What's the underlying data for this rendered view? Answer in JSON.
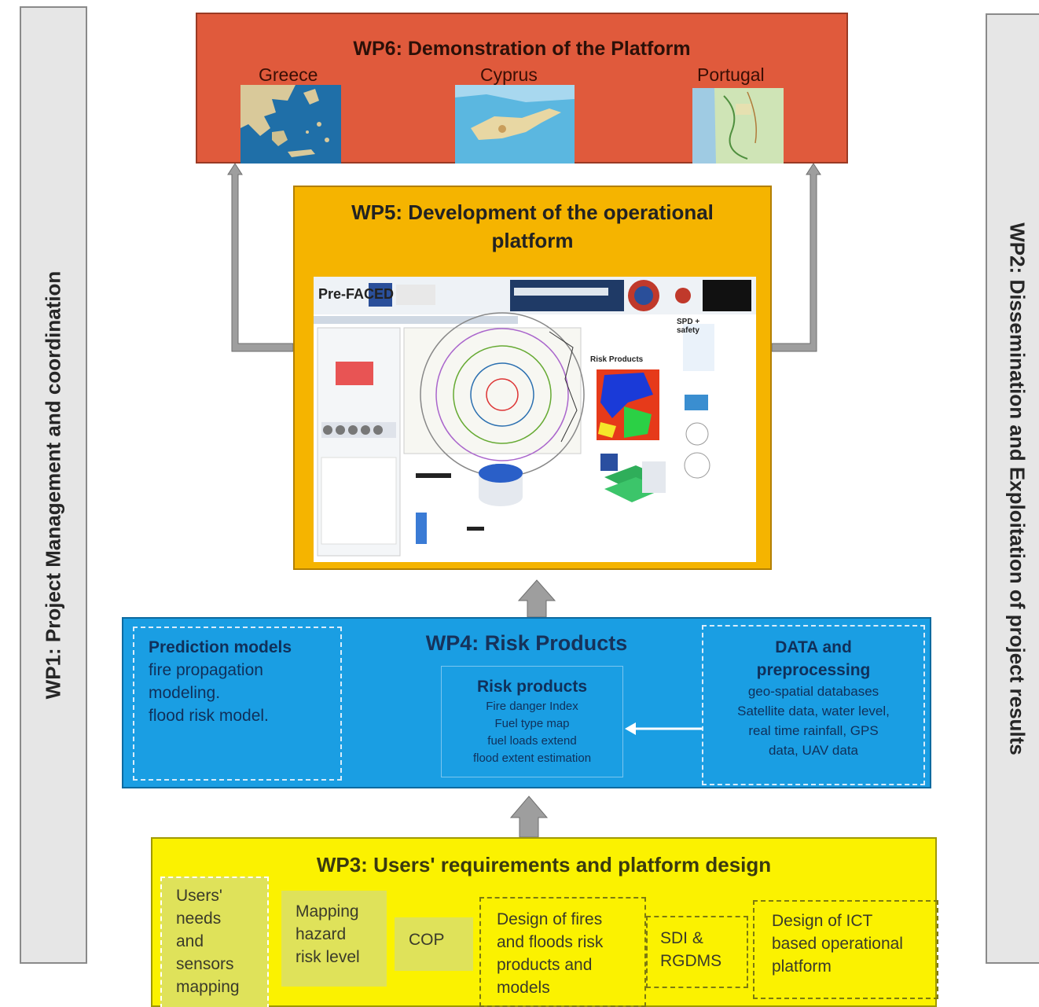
{
  "wp1": {
    "label": "WP1: Project Management and coordination"
  },
  "wp2": {
    "label": "WP2: Dissemination and Exploitation of project results"
  },
  "wp6": {
    "title": "WP6: Demonstration of the Platform",
    "countries": [
      "Greece",
      "Cyprus",
      "Portugal"
    ]
  },
  "wp5": {
    "title_line1": "WP5: Development of the operational",
    "title_line2": "platform",
    "screenshot": {
      "logo": "Pre-FACED",
      "risk_products_label": "Risk Products",
      "side_label": "SPD + safety"
    }
  },
  "wp4": {
    "title": "WP4:  Risk Products",
    "prediction": {
      "heading": "Prediction models",
      "lines": [
        "fire propagation",
        "modeling.",
        "flood risk model."
      ]
    },
    "risk": {
      "heading": "Risk products",
      "lines": [
        "Fire danger Index",
        "Fuel type map",
        "fuel loads extend",
        "flood extent estimation"
      ]
    },
    "data": {
      "heading_line1": "DATA and",
      "heading_line2": "preprocessing",
      "lines": [
        "geo-spatial databases",
        "Satellite data, water level,",
        "real time rainfall, GPS",
        "data, UAV data"
      ]
    }
  },
  "wp3": {
    "title": "WP3: Users' requirements and platform design",
    "boxes": [
      {
        "lines": [
          "Users'",
          "needs",
          "and",
          "sensors",
          "mapping"
        ]
      },
      {
        "lines": [
          "Mapping",
          "hazard",
          "risk level"
        ]
      },
      {
        "lines": [
          "COP"
        ]
      },
      {
        "lines": [
          "Design of fires",
          "and floods risk",
          "products and",
          "models"
        ]
      },
      {
        "lines": [
          "SDI &",
          "RGDMS"
        ]
      },
      {
        "lines": [
          "Design of ICT",
          "based operational",
          "platform"
        ]
      }
    ]
  },
  "colors": {
    "wp6": "#e05a3c",
    "wp5": "#f5b400",
    "wp4": "#1a9ee3",
    "wp3": "#fbf200",
    "side": "#e6e6e6",
    "arrow": "#9e9e9e"
  }
}
